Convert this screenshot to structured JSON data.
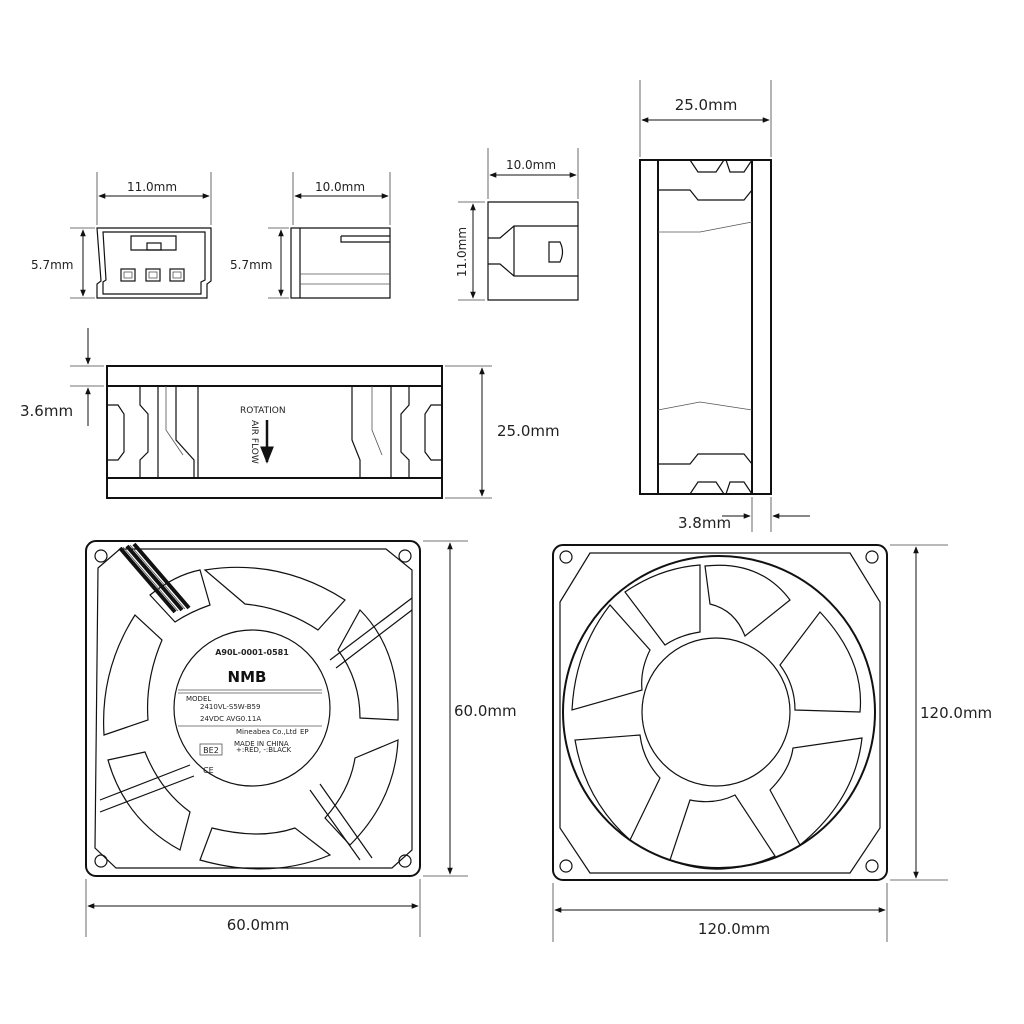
{
  "connector": {
    "front_width": "11.0mm",
    "front_height": "5.7mm",
    "side_length": "10.0mm",
    "side_height": "5.7mm",
    "top_length": "10.0mm",
    "top_height": "11.0mm"
  },
  "side_view": {
    "flange": "3.6mm",
    "depth": "25.0mm",
    "rotation_label": "ROTATION",
    "airflow_label": "AIR FLOW"
  },
  "profile_view": {
    "depth": "25.0mm",
    "flange": "3.8mm"
  },
  "front_view": {
    "width": "60.0mm",
    "height": "60.0mm",
    "part_number": "A90L-0001-0581",
    "brand": "NMB",
    "model_heading": "MODEL",
    "model": "2410VL-S5W-B59",
    "rating": "24VDC  AVG0.11A",
    "maker": "Mineabea Co.,Ltd",
    "ep_mark": "EP",
    "lot_code": "BE2",
    "origin": "MADE IN CHINA",
    "wiring": "+:RED, -:BLACK",
    "ce_mark": "CE"
  },
  "back_view": {
    "width": "120.0mm",
    "height": "120.0mm"
  }
}
